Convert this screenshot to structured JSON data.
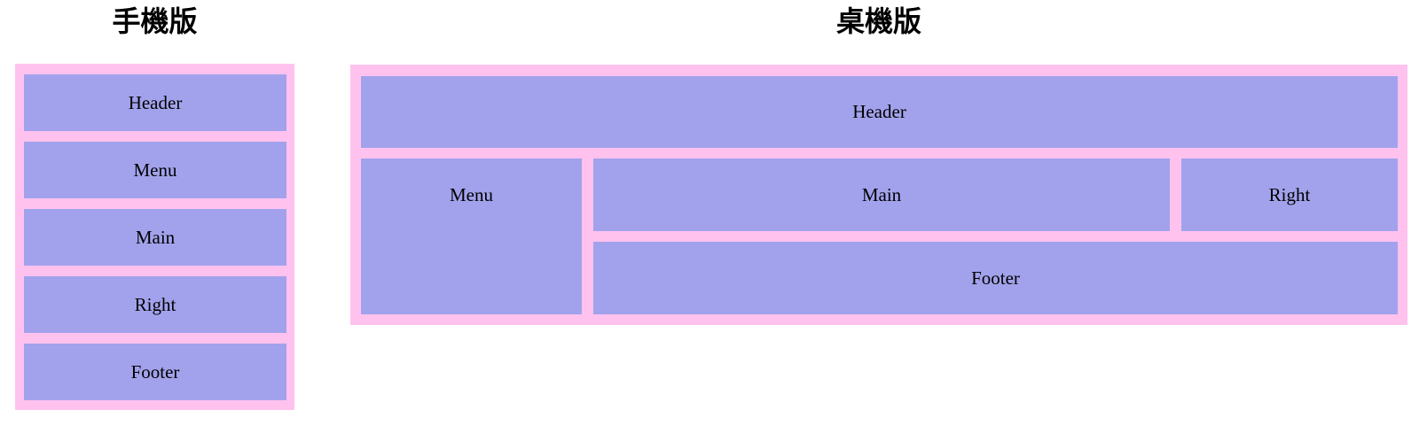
{
  "sections": {
    "mobile": {
      "title": "手機版",
      "boxes": [
        {
          "label": "Header"
        },
        {
          "label": "Menu"
        },
        {
          "label": "Main"
        },
        {
          "label": "Right"
        },
        {
          "label": "Footer"
        }
      ]
    },
    "desktop": {
      "title": "桌機版",
      "header_label": "Header",
      "menu_label": "Menu",
      "main_label": "Main",
      "right_label": "Right",
      "footer_label": "Footer"
    }
  },
  "colors": {
    "frame_pink": "#ffc2ee",
    "box_purple": "#a2a2ec",
    "label_text": "#000000",
    "title_text": "#000000",
    "page_background": "#ffffff"
  }
}
